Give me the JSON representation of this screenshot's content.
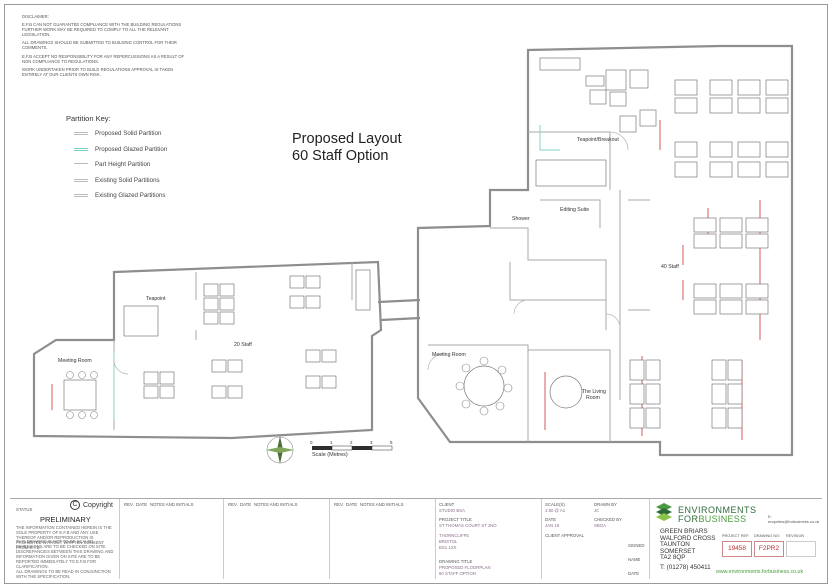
{
  "disclaimer": {
    "heading": "DISCLAIMER:",
    "p1": "E.F.B CAN NOT GUARANTEE COMPLIANCE WITH THE BUILDING REGULATIONS FURTHER WORK MAY BE REQUIRED TO COMPLY TO ALL THE RELEVANT LEGISLATION.",
    "p2": "ALL DRAWINGS SHOULD BE SUBMITTED TO BUILDING CONTROL FOR THEIR COMMENTS.",
    "p3": "E.F.B ACCEPT NO RESPONSIBILITY FOR ANY REPERCUSSIONS AS A RESULT OF NON COMPLIANCE TO REGULATIONS.",
    "p4": "WORK UNDERTAKEN PRIOR TO BUILD REGULATIONS APPROVAL IS TAKEN ENTIRELY AT OUR CLIENTS OWN RISK."
  },
  "partition_key": {
    "title": "Partition Key:",
    "items": [
      {
        "label": "Proposed Solid Partition",
        "color": "#b8b8b8"
      },
      {
        "label": "Proposed Glazed Partition",
        "color": "#7fd3c4"
      },
      {
        "label": "Part Height Partition",
        "color": "#c9c9c9"
      },
      {
        "label": "Existing Solid Partitions",
        "color": "#b0b0b0"
      },
      {
        "label": "Existing Glazed Partitions",
        "color": "#b0b0b0"
      }
    ]
  },
  "layout_title": {
    "line1": "Proposed Layout",
    "line2": "60 Staff Option"
  },
  "rooms": {
    "teapoint_breakout": "Teapoint/Breakout",
    "shower": "Shower",
    "editing_suite": "Editing Suite",
    "staff_40": "40 Staff",
    "teapoint": "Teapoint",
    "staff_20": "20 Staff",
    "meeting_room_left": "Meeting Room",
    "meeting_room_mid": "Meeting Room",
    "living_room_line1": "The Living",
    "living_room_line2": "Room"
  },
  "scale": {
    "label": "Scale (Metres)",
    "ticks": [
      "0",
      "1",
      "2",
      "3",
      "5"
    ]
  },
  "title_block": {
    "status_label": "STATUS",
    "status_value": "PRELIMINARY",
    "copyright": "Copyright",
    "copyright_symbol": "C",
    "legal1": "THE INFORMATION CONTAINED HEREIN IS THE SOLE PROPERTY OF E.F.B AND ANY USE THEREOF AND/OR REPRODUCTION IS PROHIBITED WITHOUT WRITTEN CONSENT FROM E.F.B.",
    "legal2": "THIS DRAWING IS NOT TO BE SCALED. DIMENSIONS ARE TO BE CHECKED ON SITE. DISCREPANCIES BETWEEN THIS DRAWING AND INFORMATION GIVEN ON SITE ARE TO BE REPORTED IMMEDIATELY TO E.F.B FOR CLARIFICATION.",
    "legal3": "ALL DRAWINGS TO BE READ IN CONJUNCTION WITH THE SPECIFICATION.",
    "rev_headers": [
      {
        "rev": "REV.",
        "date": "DATE",
        "notes": "NOTES AND INITIALS"
      },
      {
        "rev": "REV.",
        "date": "DATE",
        "notes": "NOTES AND INITIALS"
      },
      {
        "rev": "REV.",
        "date": "DATE",
        "notes": "NOTES AND INITIALS"
      }
    ],
    "client_label": "CLIENT",
    "client_value": "STUDIO BSA",
    "project_title_label": "PROJECT TITLE",
    "project_title_value": "ST THOMAS COURT ST JNO",
    "location_lines": [
      "THORNCLIFFE",
      "BRISTOL",
      "BS1 1XX"
    ],
    "drawing_title_label": "DRAWING TITLE",
    "drawing_title_lines": [
      "PROPOSED FLOORPLAN",
      "60 STAFF OPTION"
    ],
    "scale_label": "SCALE(S)",
    "scale_value": "1:50 @ A1",
    "drawn_by_label": "DRAWN BY",
    "drawn_by_value": "JC",
    "date_label": "DATE",
    "date_value": "JAN 19",
    "checked_by_label": "CHECKED BY",
    "checked_by_value": "SBOA",
    "client_approval_label": "CLIENT APPROVAL",
    "signed_label": "SIGNED",
    "name_label": "NAME",
    "date2_label": "DATE",
    "brand_line1": "ENVIRONMENTS",
    "brand_line2a": "FOR",
    "brand_line2b": "BUSINESS",
    "brand_email": "E: enquiries@forbusiness.co.uk",
    "address_lines": [
      "GREEN BRIARS",
      "WALFORD CROSS",
      "TAUNTON",
      "SOMERSET",
      "TA2 8QP"
    ],
    "phone": "T: (01278) 450411",
    "website": "www.environments.forbusiness.co.uk",
    "project_ref_label": "PROJECT REF:",
    "project_ref_value": "19458",
    "drawing_no_label": "DRAWING NO:",
    "drawing_no_value": "F2PR2",
    "revision_label": "REVISION",
    "revision_value": ""
  }
}
